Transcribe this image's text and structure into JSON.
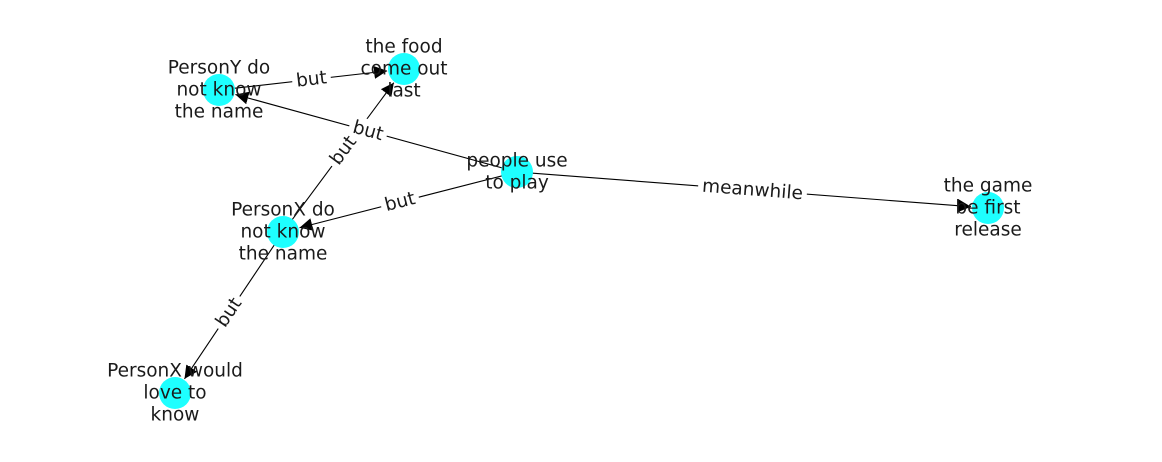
{
  "graph": {
    "node_color": "#1EFFFF",
    "edge_color": "#000000",
    "nodes": [
      {
        "id": "food",
        "lines": [
          "the food",
          "come out",
          "last"
        ]
      },
      {
        "id": "personY",
        "lines": [
          "PersonY do",
          "not know",
          "the name"
        ]
      },
      {
        "id": "people",
        "lines": [
          "people use",
          "to play"
        ]
      },
      {
        "id": "game",
        "lines": [
          "the game",
          "be first",
          "release"
        ]
      },
      {
        "id": "personX",
        "lines": [
          "PersonX do",
          "not know",
          "the name"
        ]
      },
      {
        "id": "would",
        "lines": [
          "PersonX would",
          "love to",
          "know"
        ]
      }
    ],
    "edges": [
      {
        "source": "personY",
        "target": "food",
        "label": "but"
      },
      {
        "source": "people",
        "target": "personY",
        "label": "but"
      },
      {
        "source": "personX",
        "target": "food",
        "label": "but"
      },
      {
        "source": "people",
        "target": "personX",
        "label": "but"
      },
      {
        "source": "people",
        "target": "game",
        "label": "meanwhile"
      },
      {
        "source": "personX",
        "target": "would",
        "label": "but"
      }
    ]
  }
}
